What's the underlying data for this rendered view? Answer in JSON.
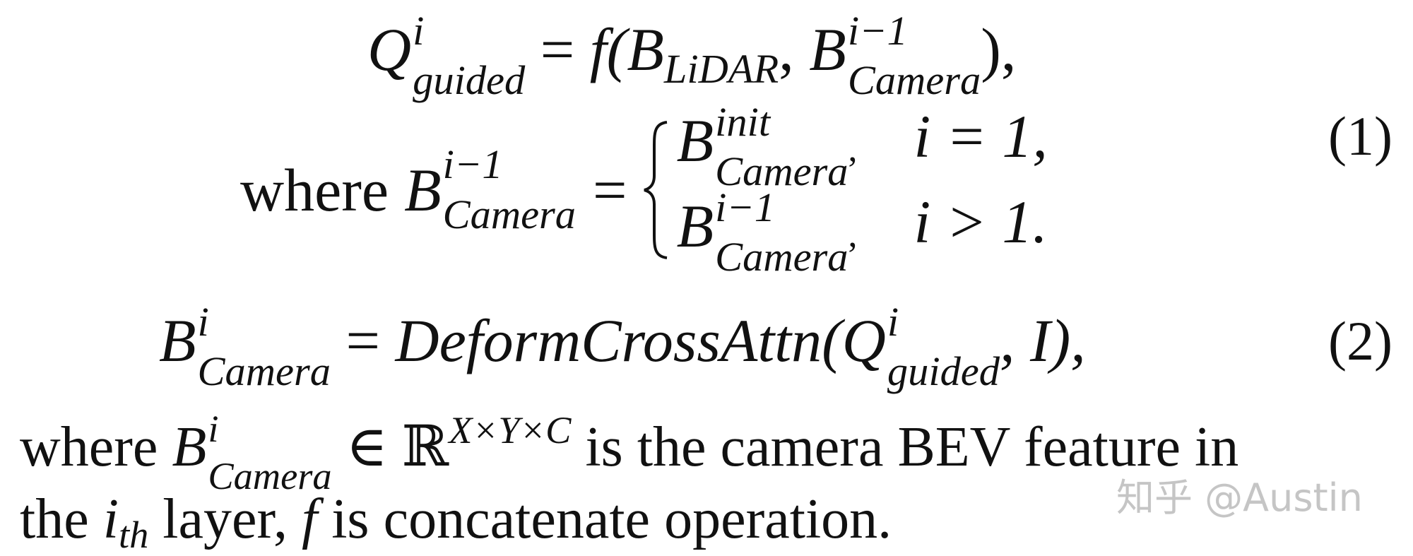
{
  "equation1": {
    "lhs_symbol": "Q",
    "lhs_sup": "i",
    "lhs_sub": "guided",
    "eq_sign": "=",
    "rhs_func": "f(",
    "arg1_symbol": "B",
    "arg1_sub": "LiDAR",
    "comma": ",",
    "arg2_symbol": "B",
    "arg2_sup": "i−1",
    "arg2_sub": "Camera",
    "close": "),",
    "where_word": "where",
    "where_symbol": "B",
    "where_sup": "i−1",
    "where_sub": "Camera",
    "where_eq": "=",
    "cases": [
      {
        "symbol": "B",
        "sup": "init",
        "sub": "Camera",
        "punct": ",",
        "condition": "i = 1,"
      },
      {
        "symbol": "B",
        "sup": "i−1",
        "sub": "Camera",
        "punct": ",",
        "condition": "i > 1."
      }
    ],
    "number": "(1)"
  },
  "equation2": {
    "lhs_symbol": "B",
    "lhs_sup": "i",
    "lhs_sub": "Camera",
    "eq_sign": "=",
    "func": "DeformCrossAttn(",
    "arg_symbol": "Q",
    "arg_sup": "i",
    "arg_sub": "guided",
    "arg_rest": ", I),",
    "number": "(2)"
  },
  "paragraph": {
    "line1_pre": "where",
    "line1_symbol": "B",
    "line1_sup": "i",
    "line1_sub": "Camera",
    "line1_in": "∈",
    "line1_R": "ℝ",
    "line1_R_sup": "X×Y×C",
    "line1_post": "is the camera BEV feature in",
    "line2_pre": "the",
    "line2_i": "i",
    "line2_i_sub": "th",
    "line2_mid": "layer,",
    "line2_f": "f",
    "line2_post": "is concatenate operation."
  },
  "watermark": "知乎 @Austin"
}
